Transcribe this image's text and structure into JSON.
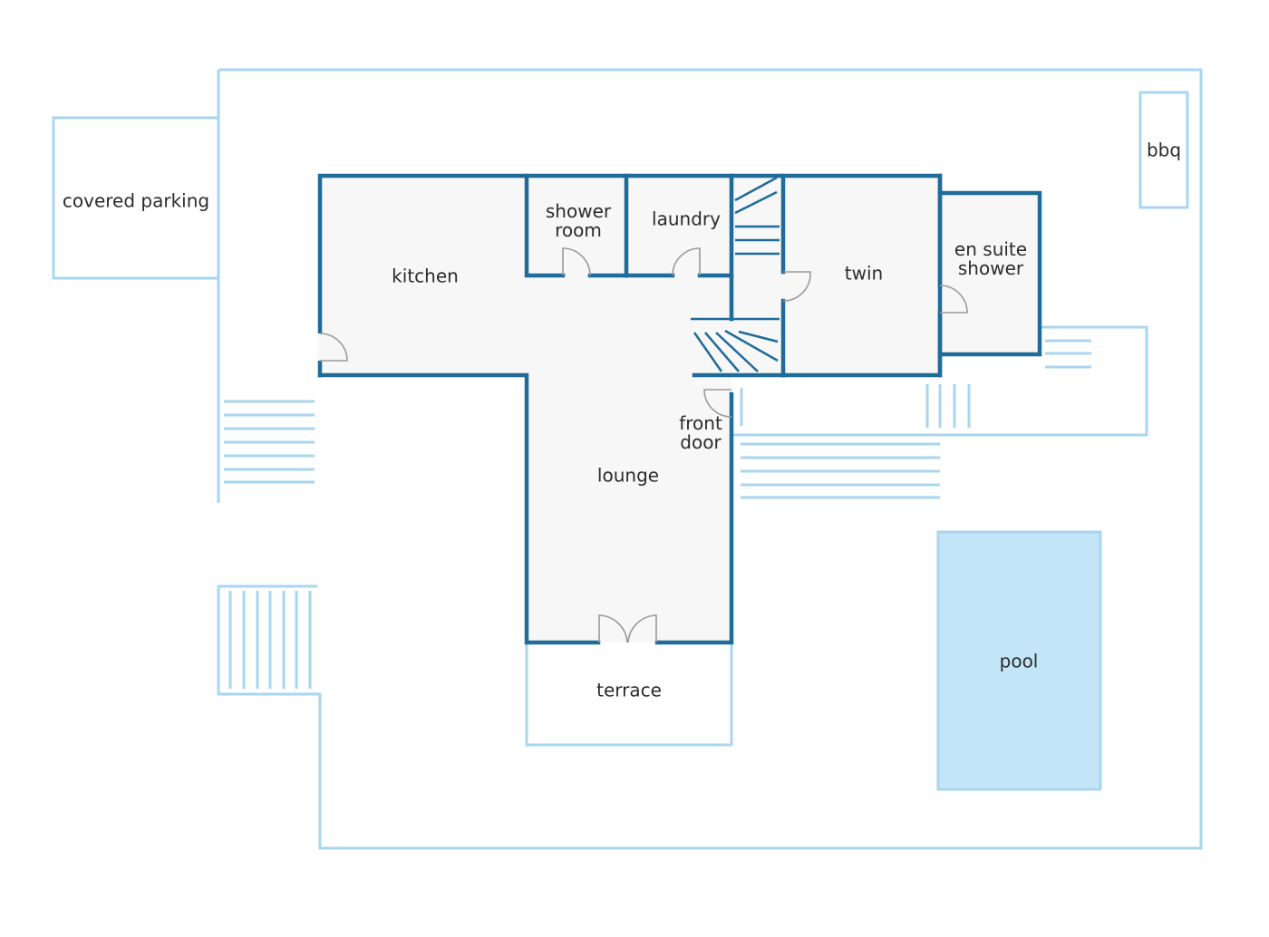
{
  "colors": {
    "outer": "#a8d6ee",
    "wall": "#1f6b99",
    "floor": "#f7f7f7",
    "pool": "#c2e6f8"
  },
  "rooms": {
    "covered_parking": "covered parking",
    "bbq": "bbq",
    "kitchen": "kitchen",
    "shower_room": "shower\nroom",
    "laundry": "laundry",
    "twin": "twin",
    "en_suite_shower": "en suite\nshower",
    "front_door": "front\ndoor",
    "lounge": "lounge",
    "terrace": "terrace",
    "pool": "pool"
  }
}
